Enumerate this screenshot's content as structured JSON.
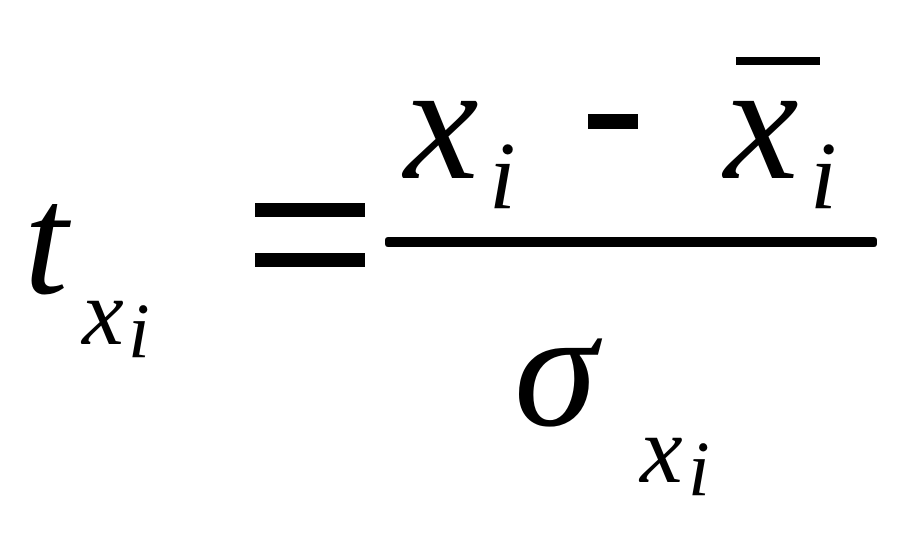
{
  "formula": {
    "lhs": {
      "symbol": "t",
      "subscript_var": "x",
      "subscript_index": "i"
    },
    "relation": "=",
    "numerator": {
      "term1_var": "x",
      "term1_index": "i",
      "operator": "-",
      "term2_var": "x",
      "term2_index": "i",
      "term2_decoration": "overline"
    },
    "denominator": {
      "symbol": "σ",
      "subscript_var": "x",
      "subscript_index": "i"
    }
  }
}
